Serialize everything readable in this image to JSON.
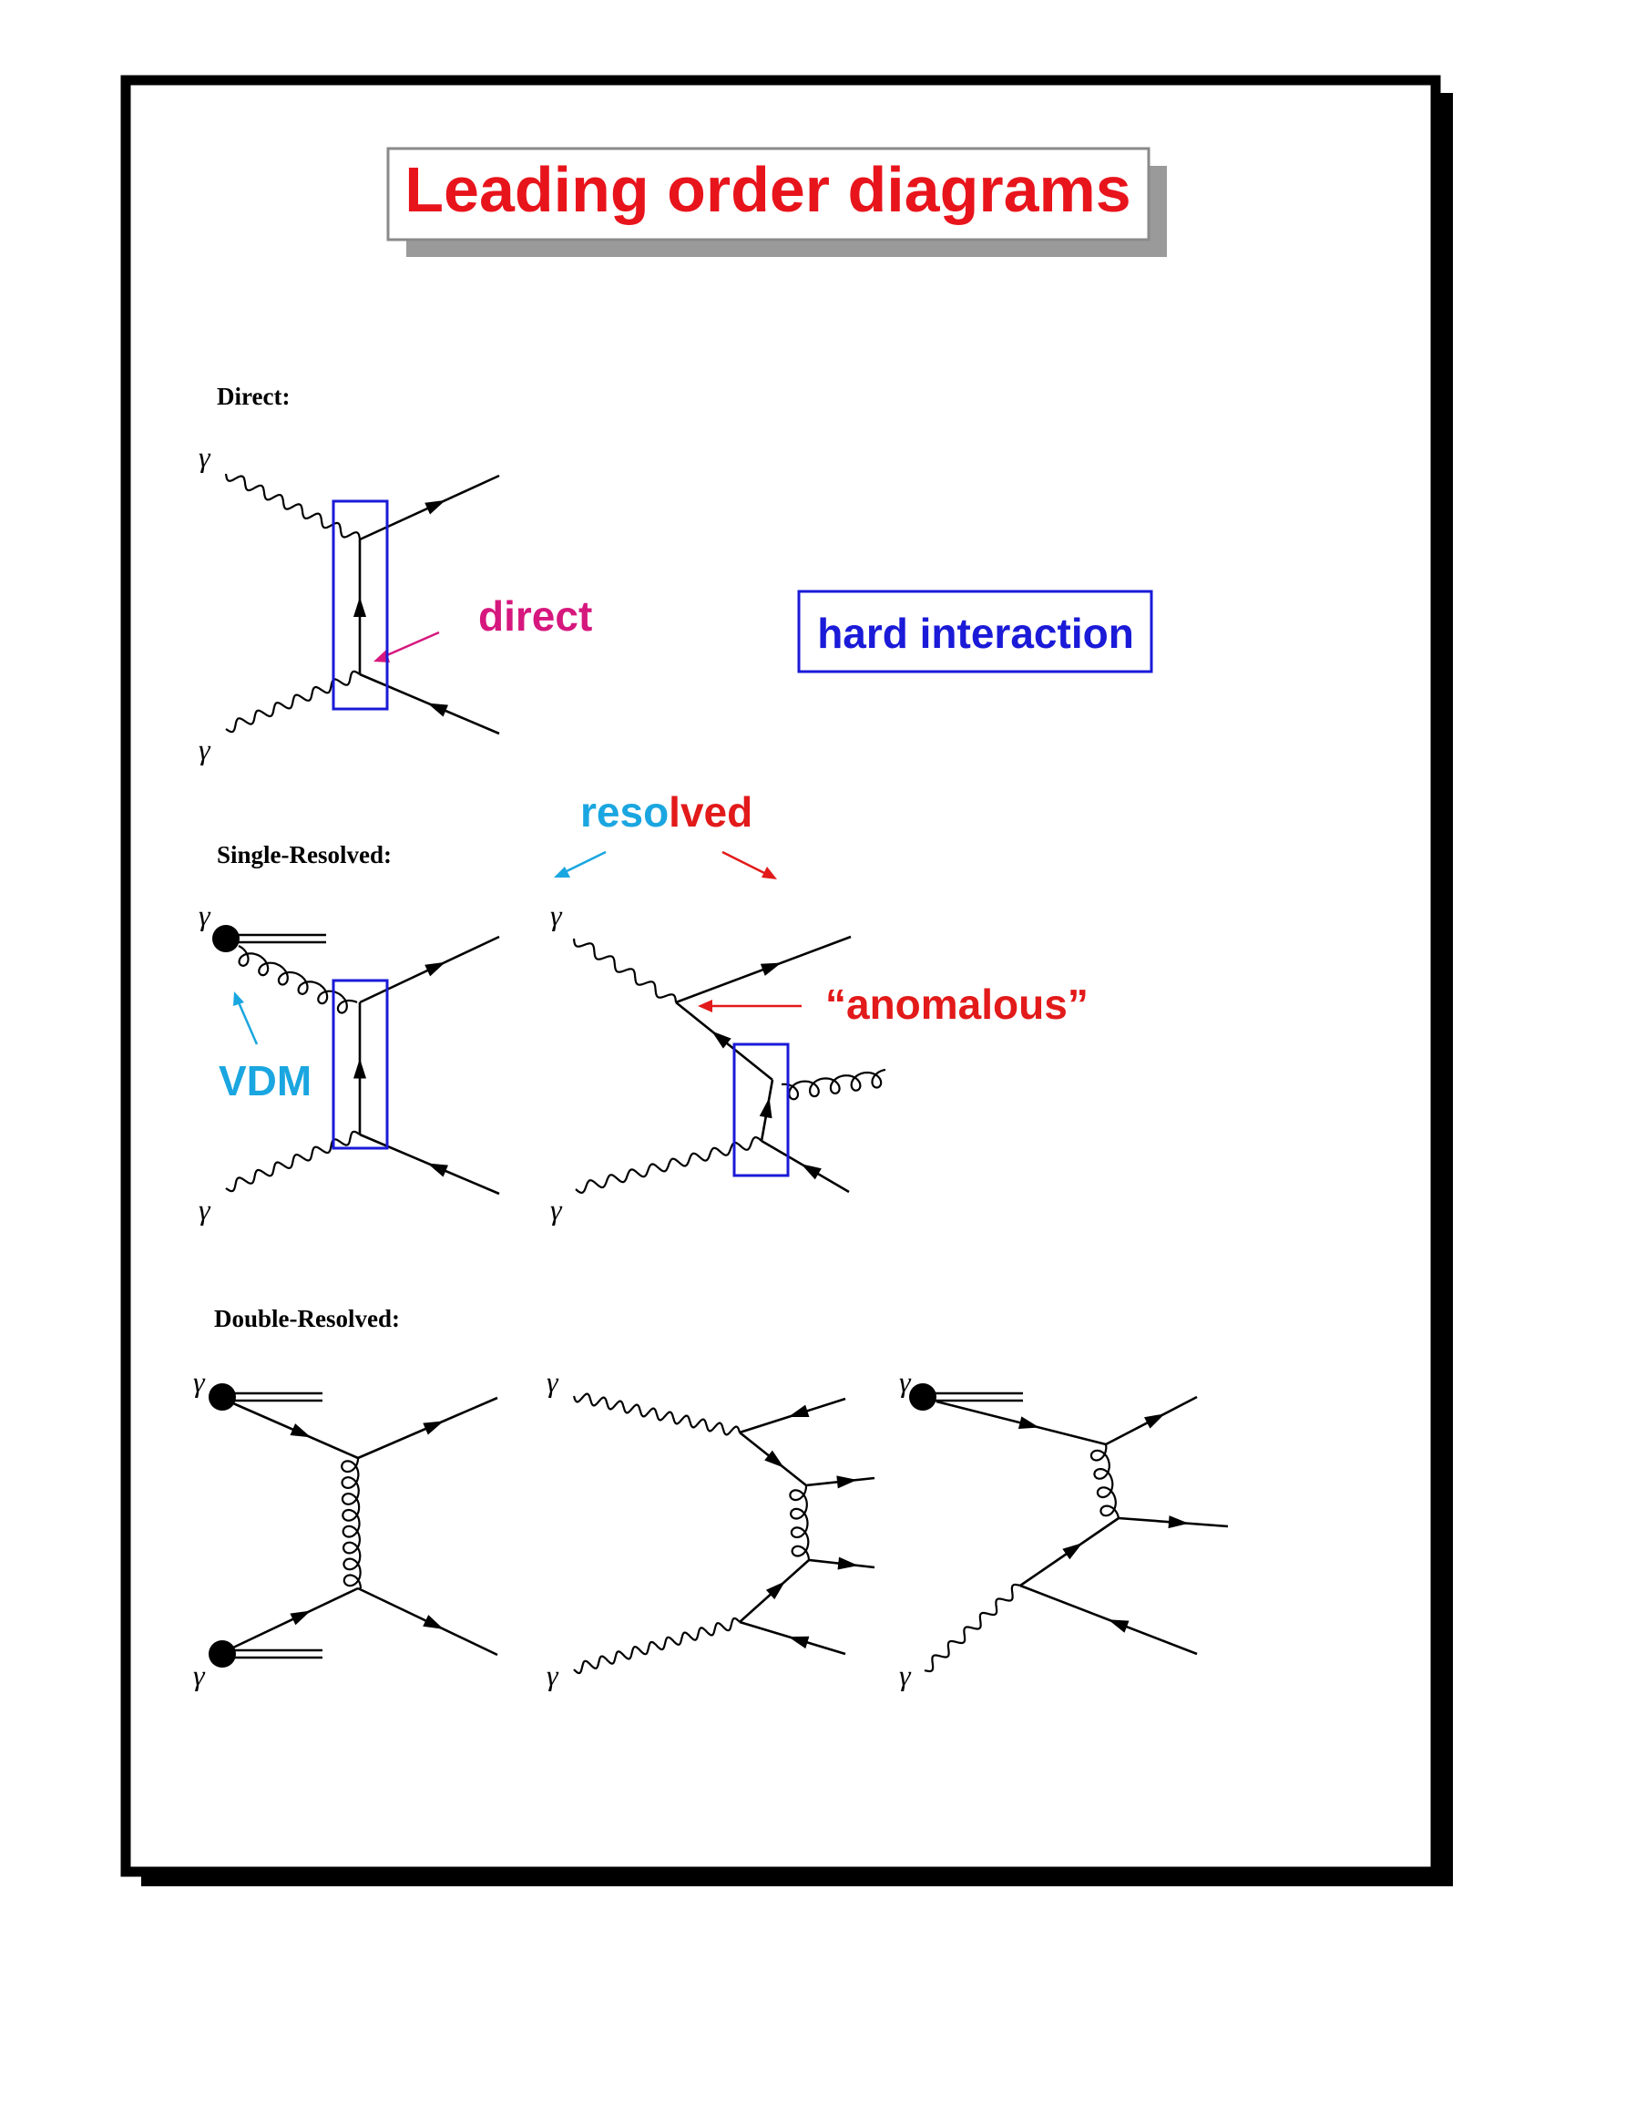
{
  "title": "Leading order diagrams",
  "sections": {
    "direct": "Direct:",
    "single": "Single-Resolved:",
    "double": "Double-Resolved:"
  },
  "labels": {
    "direct": "direct",
    "hard_interaction": "hard interaction",
    "resolved_part1": "reso",
    "resolved_part2": "lved",
    "anomalous": "“anomalous”",
    "vdm": "VDM",
    "gamma": "γ"
  },
  "colors": {
    "title_red": "#e8141c",
    "title_shadow": "#9a9a9a",
    "frame": "#000000",
    "direct_magenta": "#d6187e",
    "hard_blue": "#1a1ad8",
    "resolved_cyan": "#1aa6e0",
    "anomalous_red": "#e21a1a"
  }
}
